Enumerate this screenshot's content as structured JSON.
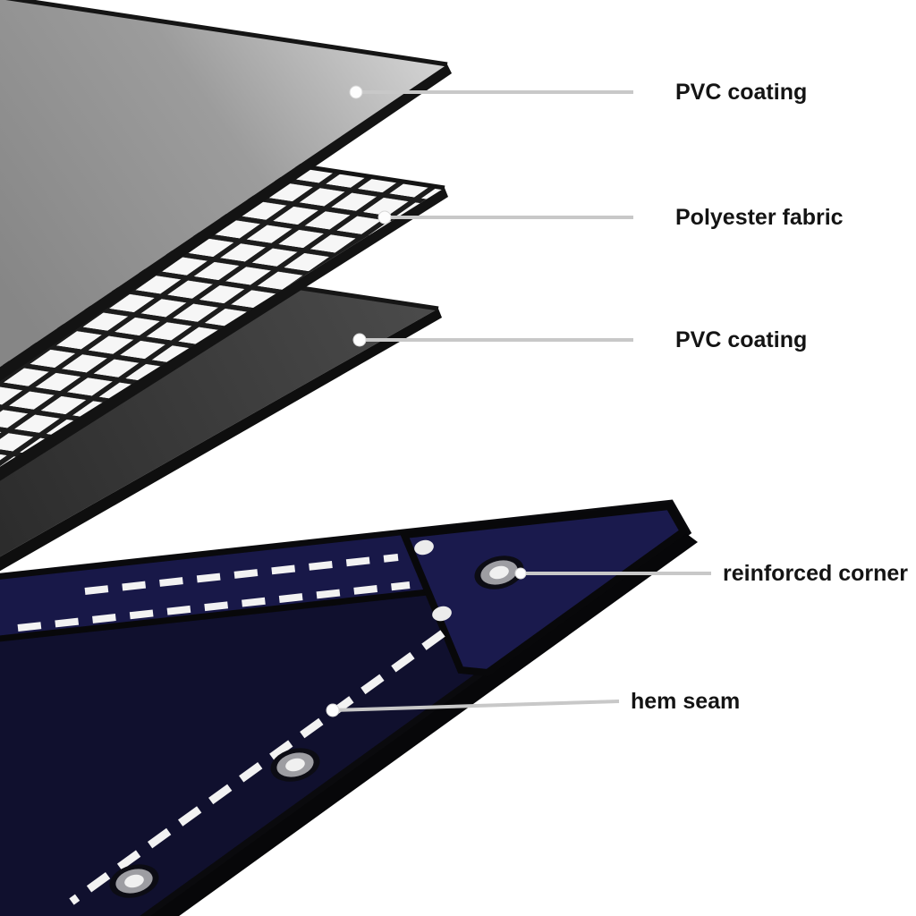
{
  "figure": {
    "subject": "Tarpaulin layer construction diagram",
    "callouts": [
      {
        "id": "pvc-coating-top",
        "label": "PVC coating"
      },
      {
        "id": "polyester-fabric",
        "label": "Polyester fabric"
      },
      {
        "id": "pvc-coating-bottom",
        "label": "PVC coating"
      },
      {
        "id": "reinforced-corner",
        "label": "reinforced corner"
      },
      {
        "id": "hem-seam",
        "label": "hem seam"
      }
    ],
    "layers": [
      {
        "name": "PVC coating",
        "appearance": "grey top sheet"
      },
      {
        "name": "Polyester fabric",
        "appearance": "white and black woven mesh sheet"
      },
      {
        "name": "PVC coating",
        "appearance": "dark grey bottom sheet"
      },
      {
        "name": "tarpaulin panel",
        "appearance": "navy tarp with stitched hem, grommets and reinforced corner"
      }
    ],
    "colors": {
      "background": "#ffffff",
      "top_sheet_grey": "#9a9a9a",
      "mesh_line_black": "#1c1c1c",
      "mesh_cell_white": "#f6f6f6",
      "bottom_sheet_grey": "#3a3a3a",
      "tarp_navy": "#10102e",
      "hem_band_navy": "#181848",
      "corner_patch_navy": "#1a1a4d",
      "edge_black": "#0a0a0d",
      "stitch_white": "#f2f2f2",
      "grommet_ring_grey": "#9d9da2",
      "leader_line_grey": "#c8c8c8",
      "label_text": "#141414"
    }
  }
}
